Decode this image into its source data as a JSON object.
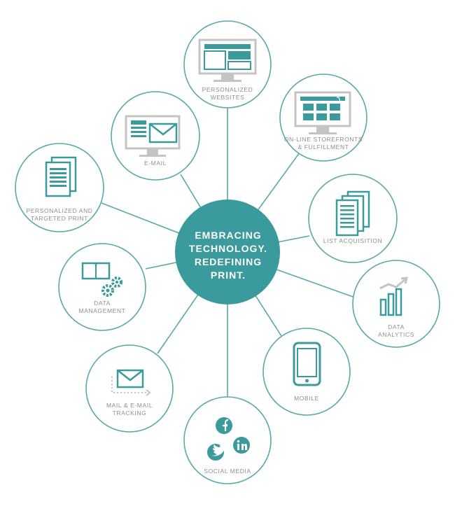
{
  "colors": {
    "accent": "#3a9a9c",
    "line": "#5aa9a9",
    "gray_icon": "#c4c4c4",
    "label": "#8e8e8e"
  },
  "hub": {
    "lines": [
      "EMBRACING",
      "TECHNOLOGY.",
      "REDEFINING",
      "PRINT."
    ]
  },
  "nodes": {
    "personalized_websites": {
      "lines": [
        "PERSONALIZED",
        "WEBSITES"
      ],
      "icon": "website-monitor-icon"
    },
    "storefronts": {
      "lines": [
        "ON-LINE STOREFRONTS",
        "& FULFILLMENT"
      ],
      "icon": "storefront-monitor-icon"
    },
    "email": {
      "lines": [
        "E-MAIL"
      ],
      "icon": "email-monitor-icon"
    },
    "personalized_print": {
      "lines": [
        "PERSONALIZED AND",
        "TARGETED PRINT"
      ],
      "icon": "documents-icon"
    },
    "list_acquisition": {
      "lines": [
        "LIST ACQUISITION"
      ],
      "icon": "list-documents-icon"
    },
    "data_management": {
      "lines": [
        "DATA",
        "MANAGEMENT"
      ],
      "icon": "book-gears-icon"
    },
    "data_analytics": {
      "lines": [
        "DATA",
        "ANALYTICS"
      ],
      "icon": "bar-chart-icon"
    },
    "mail_tracking": {
      "lines": [
        "MAIL & E-MAIL",
        "TRACKING"
      ],
      "icon": "envelope-tracking-icon"
    },
    "mobile": {
      "lines": [
        "MOBILE"
      ],
      "icon": "mobile-phone-icon"
    },
    "social_media": {
      "lines": [
        "SOCIAL MEDIA"
      ],
      "icon": "social-media-icon"
    }
  }
}
